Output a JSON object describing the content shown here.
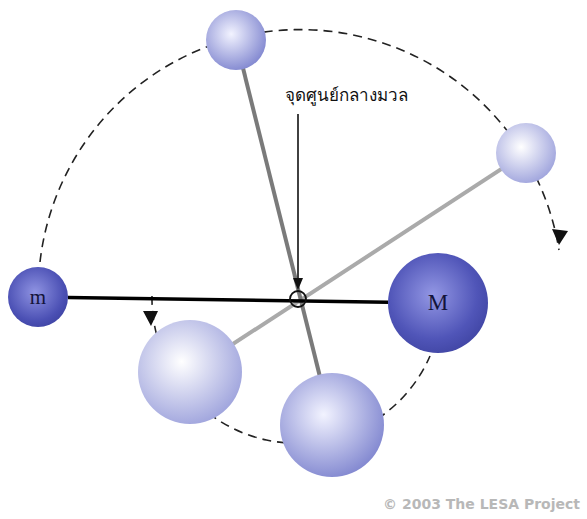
{
  "diagram": {
    "nodes": [
      {
        "text": [
          "m"
        ]
      },
      {
        "text": [
          "M"
        ]
      }
    ],
    "edges": [
      {
        "from": 0,
        "to": 1,
        "arrow": "none"
      }
    ],
    "labels": [
      "จุดศูนย์กลางมวล",
      "© 2003 The LESA Project"
    ]
  }
}
